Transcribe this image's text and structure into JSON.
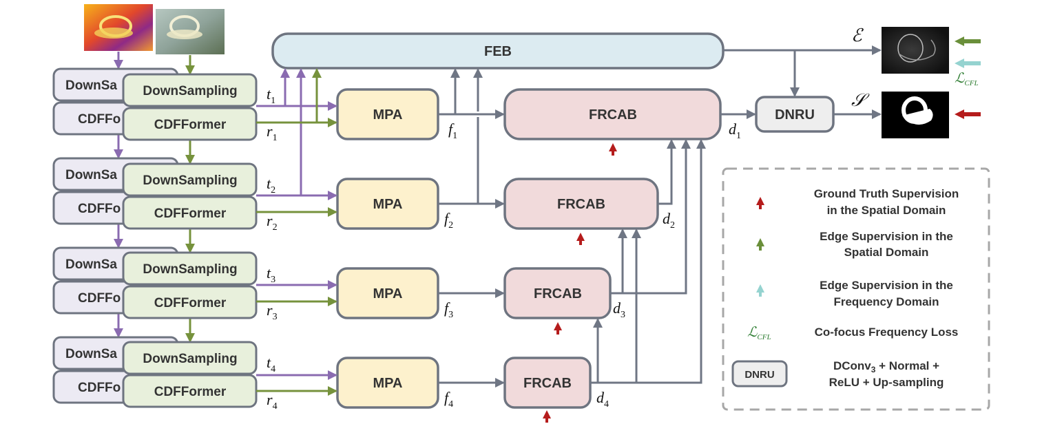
{
  "colors": {
    "purple_arrow": "#8a6bb0",
    "green_arrow": "#76923c",
    "gray_arrow": "#6f7684",
    "red_marker": "#b51c1c",
    "green_marker": "#6a8f3a",
    "cyan_marker": "#95d3d0",
    "feb_fill": "#dcebf1",
    "mpa_fill": "#fdf1cd",
    "frcab_fill": "#f1dadb",
    "green_box_fill": "#e8f0dc",
    "lavender_box_fill": "#eceaf3",
    "dnru_fill": "#eeeeee",
    "box_border": "#6e7480",
    "loss_green": "#2e7d32"
  },
  "inputs": {
    "thermal_image_label": "thermal-input",
    "rgb_image_label": "rgb-input"
  },
  "encoder": {
    "downsampling": "DownSampling",
    "downsampling_partial": "DownSa",
    "cdfformer": "CDFFormer",
    "cdfformer_partial": "CDFFo"
  },
  "modules": {
    "feb": "FEB",
    "mpa": "MPA",
    "frcab": "FRCAB",
    "dnru": "DNRU"
  },
  "variables": {
    "t": "t",
    "r": "r",
    "f": "f",
    "d": "d",
    "sub1": "1",
    "sub2": "2",
    "sub3": "3",
    "sub4": "4"
  },
  "outputs": {
    "edge_symbol": "ℰ",
    "saliency_symbol": "𝒮",
    "cfl_symbol": "ℒ",
    "cfl_subscript": "CFL"
  },
  "legend": {
    "gt_spatial_line1": "Ground Truth Supervision",
    "gt_spatial_line2": "in the Spatial Domain",
    "edge_spatial_line1": "Edge Supervision in the",
    "edge_spatial_line2": "Spatial Domain",
    "edge_freq_line1": "Edge Supervision in the",
    "edge_freq_line2": "Frequency Domain",
    "cfl_text": "Co-focus Frequency Loss",
    "dnru_box_label": "DNRU",
    "dnru_desc_line1_a": "DConv",
    "dnru_desc_line1_sub": "3",
    "dnru_desc_line1_b": " + Normal +",
    "dnru_desc_line2": "ReLU + Up-sampling"
  }
}
